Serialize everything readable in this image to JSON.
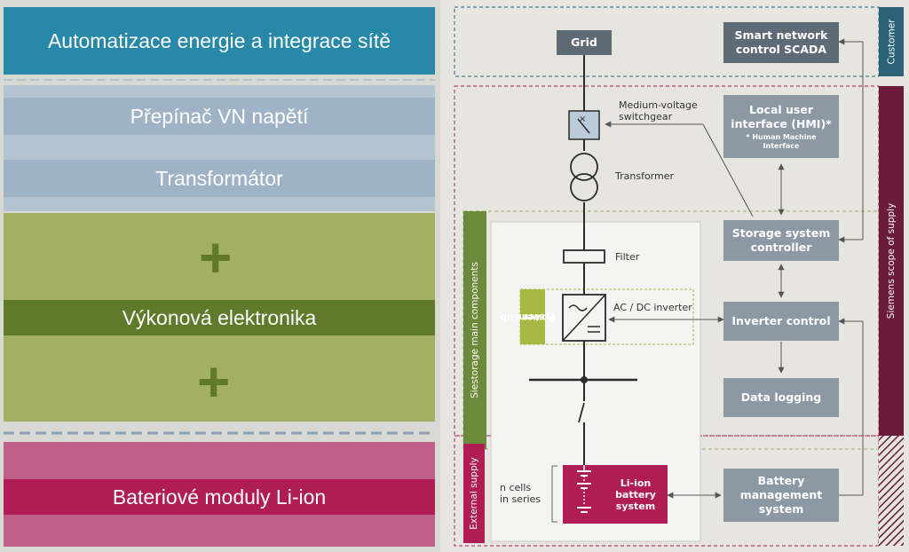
{
  "left_panel": {
    "band_automation": "Automatizace energie a integrace sítě",
    "band_switchgear": "Přepínač VN napětí",
    "band_transformer": "Transformátor",
    "plus_symbol": "+",
    "band_power_electronics": "Výkonová elektronika",
    "band_battery": "Bateriové moduly Li-ion"
  },
  "diagram": {
    "grid": "Grid",
    "smart_network_line1": "Smart network",
    "smart_network_line2": "control SCADA",
    "customer": "Customer",
    "mv_switchgear_line1": "Medium-voltage",
    "mv_switchgear_line2": "switchgear",
    "hmi_line1": "Local user",
    "hmi_line2": "interface (HMI)*",
    "hmi_note_line1": "* Human Machine",
    "hmi_note_line2": "Interface",
    "transformer": "Transformer",
    "siemens_scope": "Siemens scope of supply",
    "storage_controller_line1": "Storage system",
    "storage_controller_line2": "controller",
    "filter": "Filter",
    "siestorage": "Siestorage main components",
    "power_sub_line1": "Power sub",
    "power_sub_line2": "system",
    "inverter_label": "AC / DC inverter",
    "inverter_control": "Inverter control",
    "data_logging": "Data logging",
    "external_supply": "External supply",
    "n_cells_line1": "n cells",
    "n_cells_line2": "in series",
    "liion_line1": "Li-ion",
    "liion_line2": "battery",
    "liion_line3": "system",
    "bms_line1": "Battery",
    "bms_line2": "management",
    "bms_line3": "system"
  },
  "colors": {
    "teal": "#2788a8",
    "steel": "#9eb3c5",
    "olive": "#a3b064",
    "olive_dark": "#5f7a2a",
    "rose": "#c0608a",
    "crimson": "#b01c55",
    "slate_box": "#8c98a4",
    "navy": "#2b6277",
    "maroon": "#6b1a3c"
  }
}
